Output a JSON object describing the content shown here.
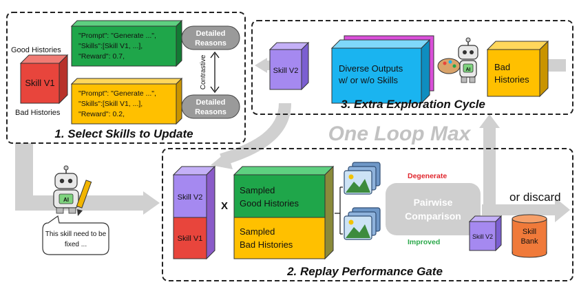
{
  "panels": {
    "select": {
      "title": "1. Select Skills to Update",
      "good_label": "Good Histories",
      "bad_label": "Bad Histories",
      "skill_v1": "Skill V1",
      "good_card": [
        "\"Prompt\": \"Generate ...\",",
        "\"Skills\":[Skill V1, ...],",
        "\"Reward\": 0.7,"
      ],
      "bad_card": [
        "\"Prompt\": \"Generate ...\",",
        "\"Skills\":[Skill V1, ...],",
        "\"Reward\": 0.2,"
      ],
      "reason_top": [
        "Detailed",
        "Reasons"
      ],
      "reason_bottom": [
        "Detailed",
        "Reasons"
      ],
      "contrastive": "Contrastive"
    },
    "explore": {
      "title": "3. Extra Exploration Cycle",
      "skill_v2": "Skill V2",
      "diverse": [
        "Diverse Outputs",
        "w/ or w/o Skills"
      ],
      "bad": [
        "Bad",
        "Histories"
      ],
      "robot_badge": "AI"
    },
    "gate": {
      "title": "2. Replay Performance Gate",
      "skill_v2": "Skill V2",
      "skill_v1": "Skill V1",
      "times": "X",
      "sampled_good": [
        "Sampled",
        "Good Histories"
      ],
      "sampled_bad": [
        "Sampled",
        "Bad Histories"
      ],
      "pairwise": [
        "Pairwise",
        "Comparison"
      ],
      "degenerate": "Degenerate",
      "improved": "Improved",
      "discard": "or discard",
      "small_skill": "Skill V2",
      "bank": [
        "Skill",
        "Bank"
      ]
    }
  },
  "loop_text": "One Loop Max",
  "robot": {
    "badge": "AI",
    "speech": [
      "This skill need to be",
      "fixed ..."
    ]
  },
  "colors": {
    "green": "#1fa64a",
    "yellow": "#ffc000",
    "red": "#e8453c",
    "purple": "#a589f0",
    "blue": "#1ab4f0",
    "orange": "#f07a3a",
    "gray": "#cfcfcf",
    "degenerate": "#e0262d",
    "improved": "#2aa84a"
  }
}
